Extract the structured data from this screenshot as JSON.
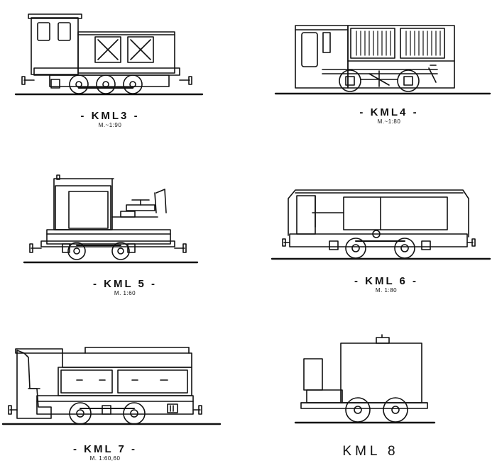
{
  "figures": [
    {
      "id": "kml3",
      "title": "- KML3 -",
      "scale": "M.~1:90"
    },
    {
      "id": "kml4",
      "title": "- KML4 -",
      "scale": "M.~1:80"
    },
    {
      "id": "kml5",
      "title": "- KML 5 -",
      "scale": "M. 1:60"
    },
    {
      "id": "kml6",
      "title": "- KML 6 -",
      "scale": "M. 1:80"
    },
    {
      "id": "kml7",
      "title": "- KML 7 -",
      "scale": "M. 1:60,60"
    },
    {
      "id": "kml8",
      "title": "KML 8",
      "scale": ""
    }
  ]
}
